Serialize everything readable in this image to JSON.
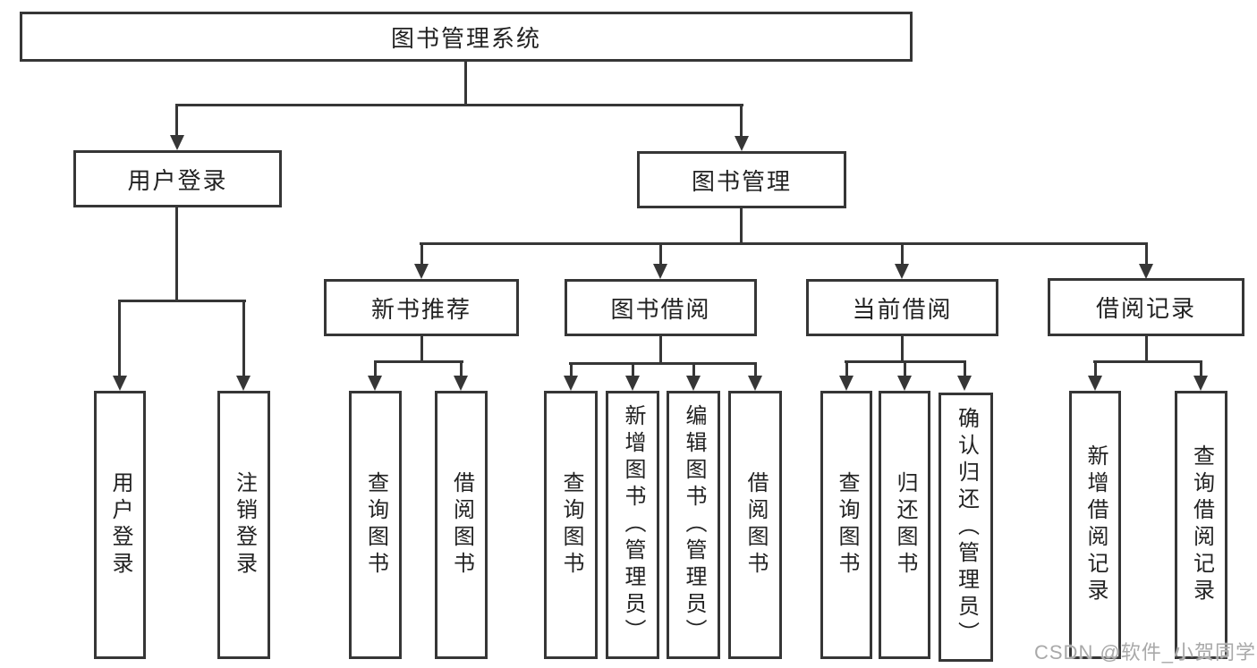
{
  "tree": {
    "label": "图书管理系统",
    "children": [
      {
        "label": "用户登录",
        "children": [
          {
            "label": "用户登录"
          },
          {
            "label": "注销登录"
          }
        ]
      },
      {
        "label": "图书管理",
        "children": [
          {
            "label": "新书推荐",
            "children": [
              {
                "label": "查询图书"
              },
              {
                "label": "借阅图书"
              }
            ]
          },
          {
            "label": "图书借阅",
            "children": [
              {
                "label": "查询图书"
              },
              {
                "label": "新增图书（管理员）"
              },
              {
                "label": "编辑图书（管理员）"
              },
              {
                "label": "借阅图书"
              }
            ]
          },
          {
            "label": "当前借阅",
            "children": [
              {
                "label": "查询图书"
              },
              {
                "label": "归还图书"
              },
              {
                "label": "确认归还（管理员）"
              }
            ]
          },
          {
            "label": "借阅记录",
            "children": [
              {
                "label": "新增借阅记录"
              },
              {
                "label": "查询借阅记录"
              }
            ]
          }
        ]
      }
    ]
  },
  "watermark": {
    "text": "CSDN @软件_小贺同学"
  },
  "colors": {
    "line": "#363636",
    "text": "#222222",
    "background": "#ffffff",
    "watermark": "#a9a9a9"
  }
}
